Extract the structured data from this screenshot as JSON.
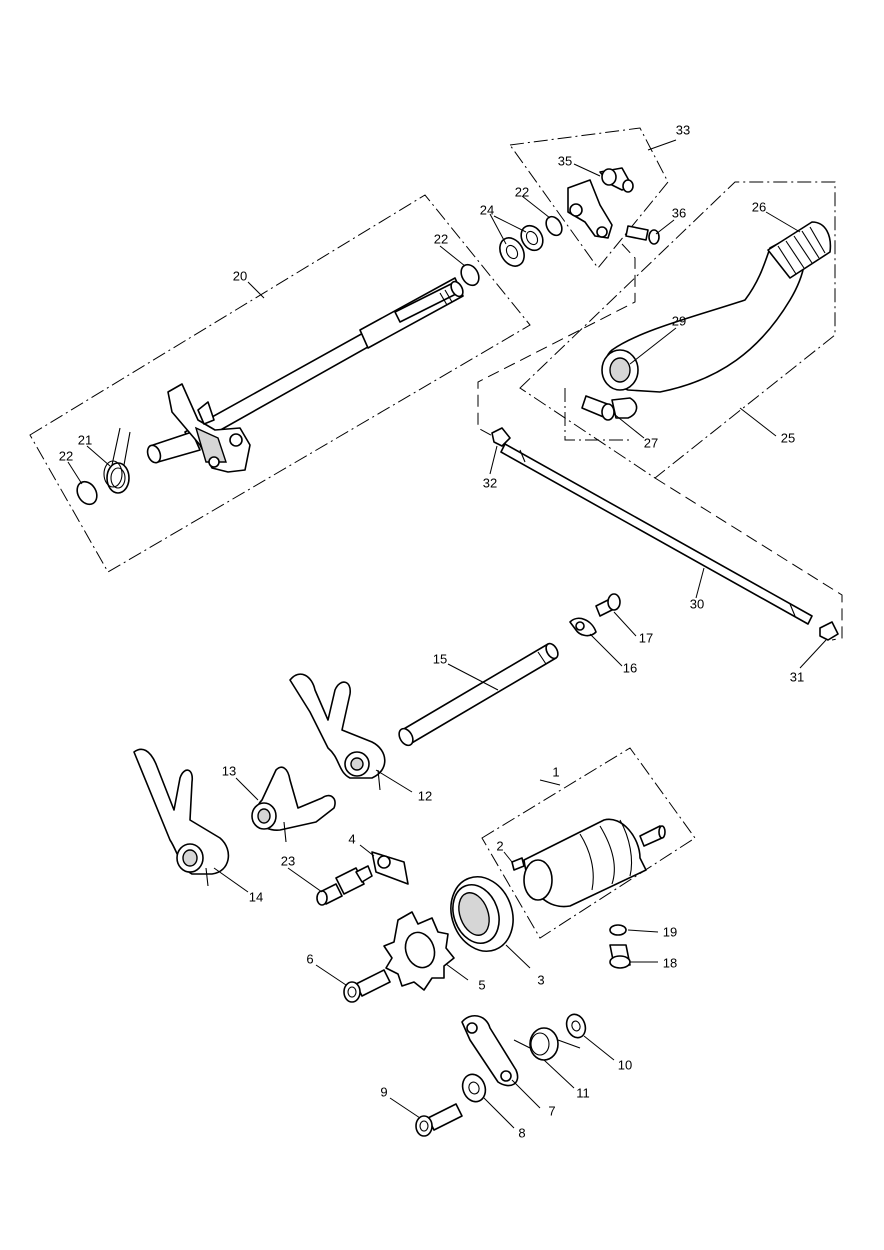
{
  "callouts": [
    {
      "id": "c1",
      "text": "1"
    },
    {
      "id": "c2",
      "text": "2"
    },
    {
      "id": "c3",
      "text": "3"
    },
    {
      "id": "c4",
      "text": "4"
    },
    {
      "id": "c5",
      "text": "5"
    },
    {
      "id": "c6",
      "text": "6"
    },
    {
      "id": "c7",
      "text": "7"
    },
    {
      "id": "c8",
      "text": "8"
    },
    {
      "id": "c9",
      "text": "9"
    },
    {
      "id": "c10",
      "text": "10"
    },
    {
      "id": "c11",
      "text": "11"
    },
    {
      "id": "c12",
      "text": "12"
    },
    {
      "id": "c13",
      "text": "13"
    },
    {
      "id": "c14",
      "text": "14"
    },
    {
      "id": "c15",
      "text": "15"
    },
    {
      "id": "c16",
      "text": "16"
    },
    {
      "id": "c17",
      "text": "17"
    },
    {
      "id": "c18",
      "text": "18"
    },
    {
      "id": "c19",
      "text": "19"
    },
    {
      "id": "c20",
      "text": "20"
    },
    {
      "id": "c21",
      "text": "21"
    },
    {
      "id": "c22a",
      "text": "22"
    },
    {
      "id": "c22b",
      "text": "22"
    },
    {
      "id": "c22c",
      "text": "22"
    },
    {
      "id": "c23",
      "text": "23"
    },
    {
      "id": "c24",
      "text": "24"
    },
    {
      "id": "c25",
      "text": "25"
    },
    {
      "id": "c26",
      "text": "26"
    },
    {
      "id": "c27",
      "text": "27"
    },
    {
      "id": "c29",
      "text": "29"
    },
    {
      "id": "c30",
      "text": "30"
    },
    {
      "id": "c31",
      "text": "31"
    },
    {
      "id": "c32",
      "text": "32"
    },
    {
      "id": "c33",
      "text": "33"
    },
    {
      "id": "c35",
      "text": "35"
    },
    {
      "id": "c36",
      "text": "36"
    }
  ]
}
